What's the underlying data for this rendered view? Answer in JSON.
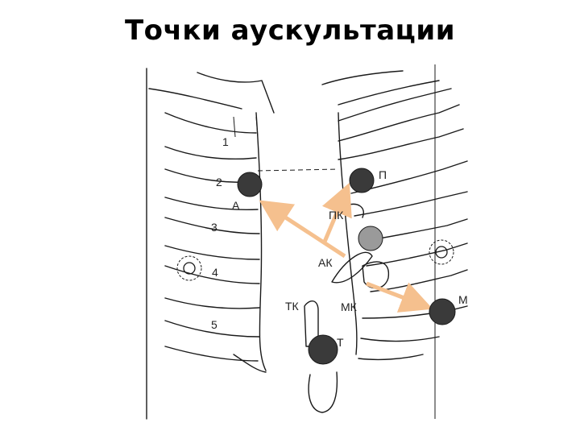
{
  "title": "Точки аускультации",
  "colors": {
    "point_fill": "#3a3a3a",
    "point_fill_gray": "#9a9a9a",
    "arrow": "#f5c08e",
    "line": "#1a1a1a"
  },
  "labels": {
    "rib1": "1",
    "rib2": "2",
    "rib3": "3",
    "rib4": "4",
    "rib5": "5",
    "aortic": "А",
    "pulmonary": "П",
    "pulmonary_projection": "ПК",
    "aortic_projection": "АК",
    "tricuspid_projection": "ТК",
    "mitral_projection": "МК",
    "tricuspid": "Т",
    "mitral": "М"
  }
}
